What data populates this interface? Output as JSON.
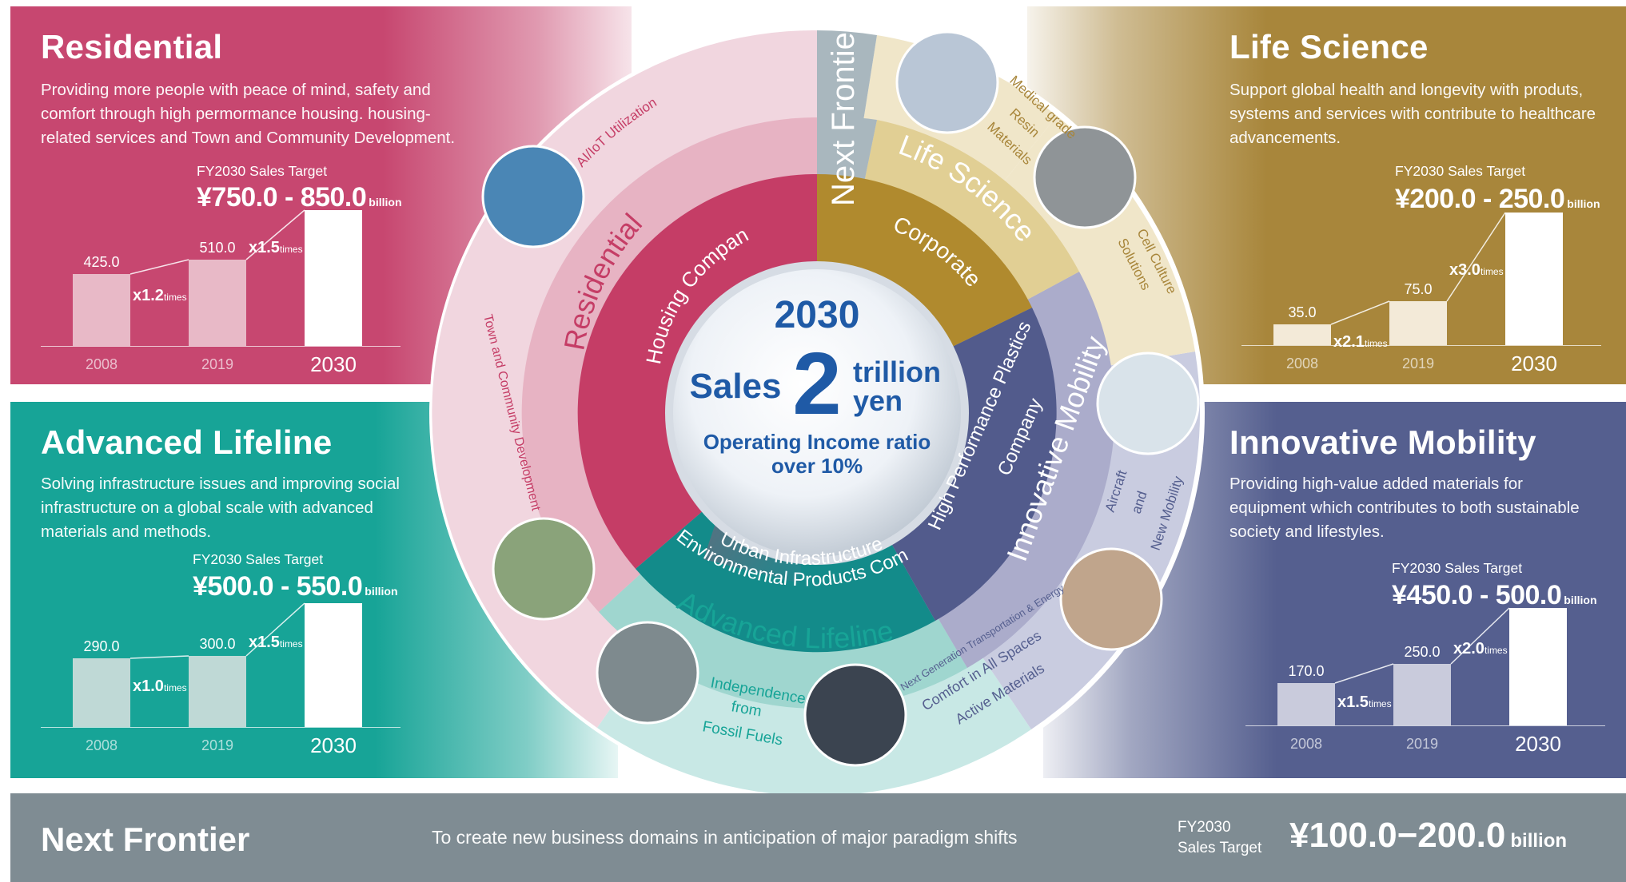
{
  "panels": {
    "residential": {
      "title": "Residential",
      "desc_lines": [
        "Providing more people with  peace of mind, safety and",
        "comfort through high permormance housing. housing-",
        "related services and Town and Community Development."
      ],
      "target_label": "FY2030 Sales Target",
      "target_value": "¥750.0 - 850.0",
      "unit": "billion",
      "bars": [
        {
          "year": "2008",
          "value": "425.0",
          "num": 425
        },
        {
          "year": "2019",
          "value": "510.0",
          "num": 510
        },
        {
          "year": "2030",
          "value": "",
          "num": 800
        }
      ],
      "mults": [
        {
          "x": "x1.2",
          "t": "times"
        },
        {
          "x": "x1.5",
          "t": "times"
        }
      ]
    },
    "advanced_lifeline": {
      "title": "Advanced Lifeline",
      "desc_lines": [
        "Solving infrastructure issues and improving social",
        "infrastructure on a global scale with advanced",
        "materials and methods."
      ],
      "target_label": "FY2030 Sales Target",
      "target_value": "¥500.0 - 550.0",
      "unit": "billion",
      "bars": [
        {
          "year": "2008",
          "value": "290.0",
          "num": 290
        },
        {
          "year": "2019",
          "value": "300.0",
          "num": 300
        },
        {
          "year": "2030",
          "value": "",
          "num": 525
        }
      ],
      "mults": [
        {
          "x": "x1.0",
          "t": "times"
        },
        {
          "x": "x1.5",
          "t": "times"
        }
      ]
    },
    "life_science": {
      "title": "Life Science",
      "desc_lines": [
        "Support global health and longevity with produts,",
        "systems and services with contribute to healthcare",
        "advancements."
      ],
      "target_label": "FY2030 Sales Target",
      "target_value": "¥200.0 - 250.0",
      "unit": "billion",
      "bars": [
        {
          "year": "2008",
          "value": "35.0",
          "num": 35
        },
        {
          "year": "2019",
          "value": "75.0",
          "num": 75
        },
        {
          "year": "2030",
          "value": "",
          "num": 225
        }
      ],
      "mults": [
        {
          "x": "x2.1",
          "t": "times"
        },
        {
          "x": "x3.0",
          "t": "times"
        }
      ]
    },
    "innovative_mobility": {
      "title": "Innovative Mobility",
      "desc_lines": [
        "Providing high-value added materials for",
        "equipment which contributes to both sustainable",
        "society and lifestyles."
      ],
      "target_label": "FY2030 Sales Target",
      "target_value": "¥450.0 - 500.0",
      "unit": "billion",
      "bars": [
        {
          "year": "2008",
          "value": "170.0",
          "num": 170
        },
        {
          "year": "2019",
          "value": "250.0",
          "num": 250
        },
        {
          "year": "2030",
          "value": "",
          "num": 475
        }
      ],
      "mults": [
        {
          "x": "x1.5",
          "t": "times"
        },
        {
          "x": "x2.0",
          "t": "times"
        }
      ]
    }
  },
  "center": {
    "year": "2030",
    "sales_word": "Sales",
    "big_number": "2",
    "trillion": "trillion",
    "yen": "yen",
    "op_line1": "Operating Income ratio",
    "op_line2": "over 10%"
  },
  "wheel_labels": {
    "next_frontier": "Next Frontier",
    "life_science": "Life Science",
    "corporate": "Corporate",
    "residential": "Residential",
    "housing_company": "Housing Company",
    "high_perf_line1": "High Performance Plastics",
    "high_perf_line2": "Company",
    "innovative_mobility": "Innovative Mobility",
    "urban_line1": "Urban Infrastructure &",
    "urban_line2": "Environmental Products Company",
    "advanced_lifeline": "Advanced Lifeline",
    "ai_iot": "AI/IoT Utilization",
    "town_dev": "Town and Community Development",
    "medical_1": "Medical grade",
    "medical_2": "Resin",
    "medical_3": "Materials",
    "cell_1": "Cell Culture",
    "cell_2": "Solutions",
    "aircraft_1": "Aircraft",
    "aircraft_2": "and",
    "aircraft_3": "New Mobility",
    "indep_1": "Independence",
    "indep_2": "from",
    "indep_3": "Fossil Fuels",
    "nextgen_1": "Next Generation Transportation & Energy",
    "nextgen_2": "Comfort in All Spaces",
    "nextgen_3": "Active Materials"
  },
  "next_frontier_bar": {
    "title": "Next Frontier",
    "desc": "To create new business domains in anticipation of major paradigm shifts",
    "target_label_1": "FY2030",
    "target_label_2": "Sales Target",
    "target_value": "¥100.0−200.0",
    "unit": "billion"
  },
  "colors": {
    "residential": "#c74770",
    "advanced_lifeline": "#17a497",
    "life_science": "#a8863b",
    "innovative_mobility": "#555f8f",
    "next_frontier": "#7f8c93",
    "center_text": "#1f5aa6"
  }
}
